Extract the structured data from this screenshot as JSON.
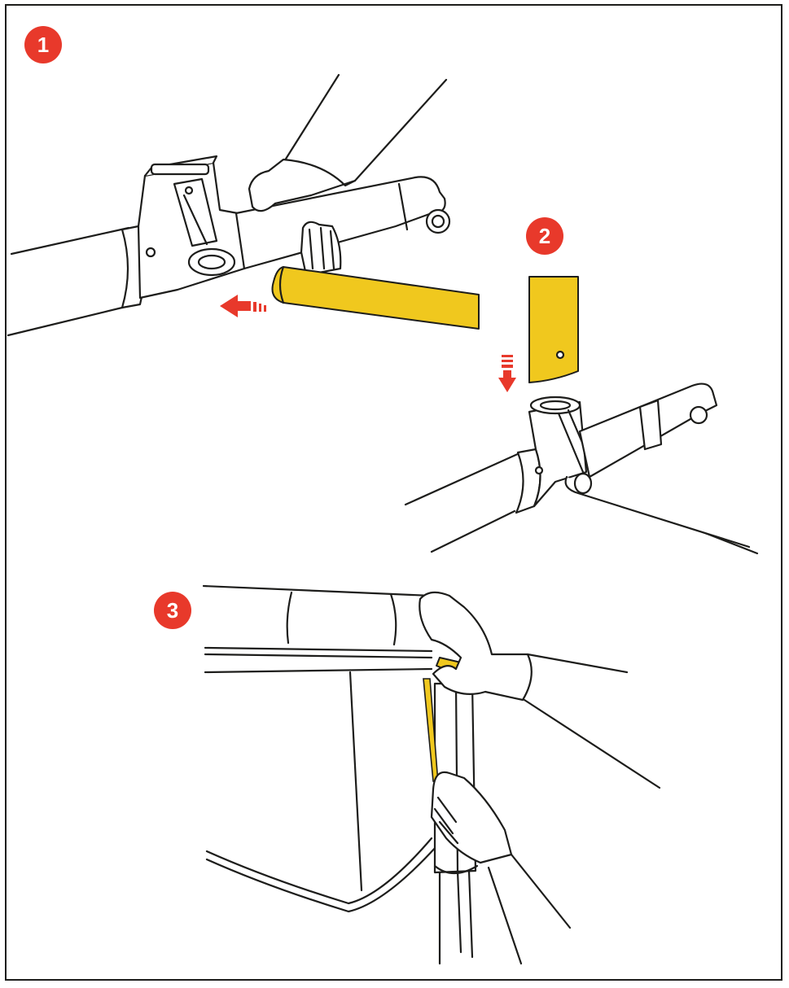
{
  "steps": [
    {
      "label": "1"
    },
    {
      "label": "2"
    },
    {
      "label": "3"
    }
  ],
  "colors": {
    "badge": "#e8392b",
    "tube": "#f0c81e",
    "arrow": "#e8392b",
    "line": "#1d1d1b"
  }
}
